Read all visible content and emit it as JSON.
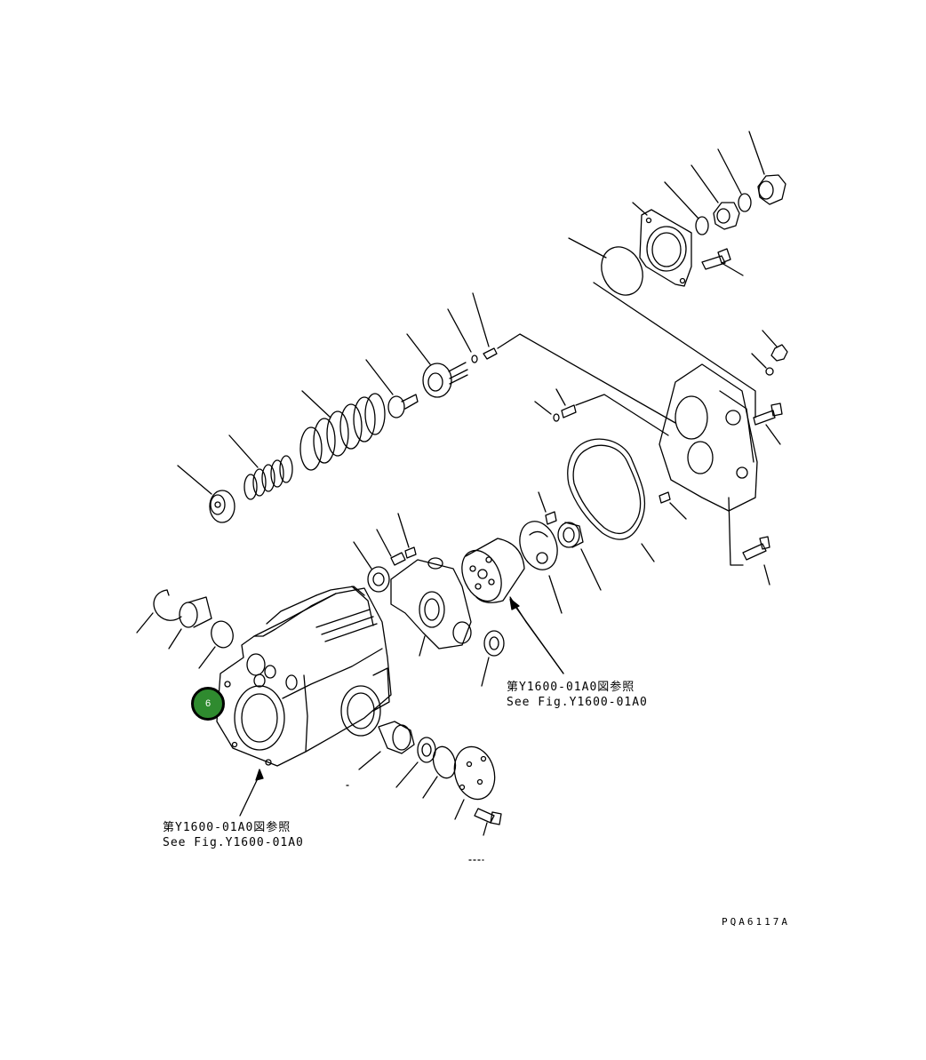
{
  "references": [
    {
      "jp": "第Y1600-01A0図参照",
      "en": "See Fig.Y1600-01A0"
    },
    {
      "jp": "第Y1600-01A0図参照",
      "en": "See Fig.Y1600-01A0"
    }
  ],
  "drawing_code": "PQA6117A",
  "callout": {
    "number": "6",
    "color": "#2f8b2f",
    "border_color": "#000000"
  }
}
